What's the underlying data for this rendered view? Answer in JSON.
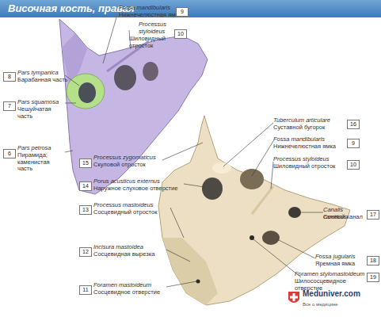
{
  "diagram": {
    "title": "Височная кость, правая",
    "labels": [
      "Fossa mandibularis",
      "Нижнечелюстная ямка",
      "9",
      "Processus styloideus",
      "Шиловидный отросток",
      "10",
      "8",
      "Pars tympanica",
      "Барабанная часть",
      "7",
      "Pars squamosa",
      "Чешуйчатая часть",
      "6",
      "Pars petrosa",
      "Пирамида; каменистая часть",
      "Tuberculum articulare",
      "Суставной бугорок",
      "16",
      "15",
      "Processus zygomaticus",
      "Скуловой отросток",
      "Fossa mandibularis",
      "Нижнечелюстная ямка",
      "9",
      "Processus styloideus",
      "Шиловидный отросток",
      "10",
      "14",
      "Porus acusticus externus",
      "Наружное слуховое отверстие",
      "13",
      "Processus mastoideus",
      "Сосцевидный отросток",
      "Canalis caroticus",
      "Сонный канал",
      "17",
      "12",
      "Incisura mastoidea",
      "Сосцевидная вырезка",
      "Fossa jugularis",
      "Яремная ямка",
      "18",
      "Foramen stylomastoideum",
      "Шилососцевидное отверстие",
      "11",
      "Foramen mastoideum",
      "Сосцевидное отверстие",
      "19",
      "Meduniver.com",
      "Все о медицине"
    ]
  }
}
